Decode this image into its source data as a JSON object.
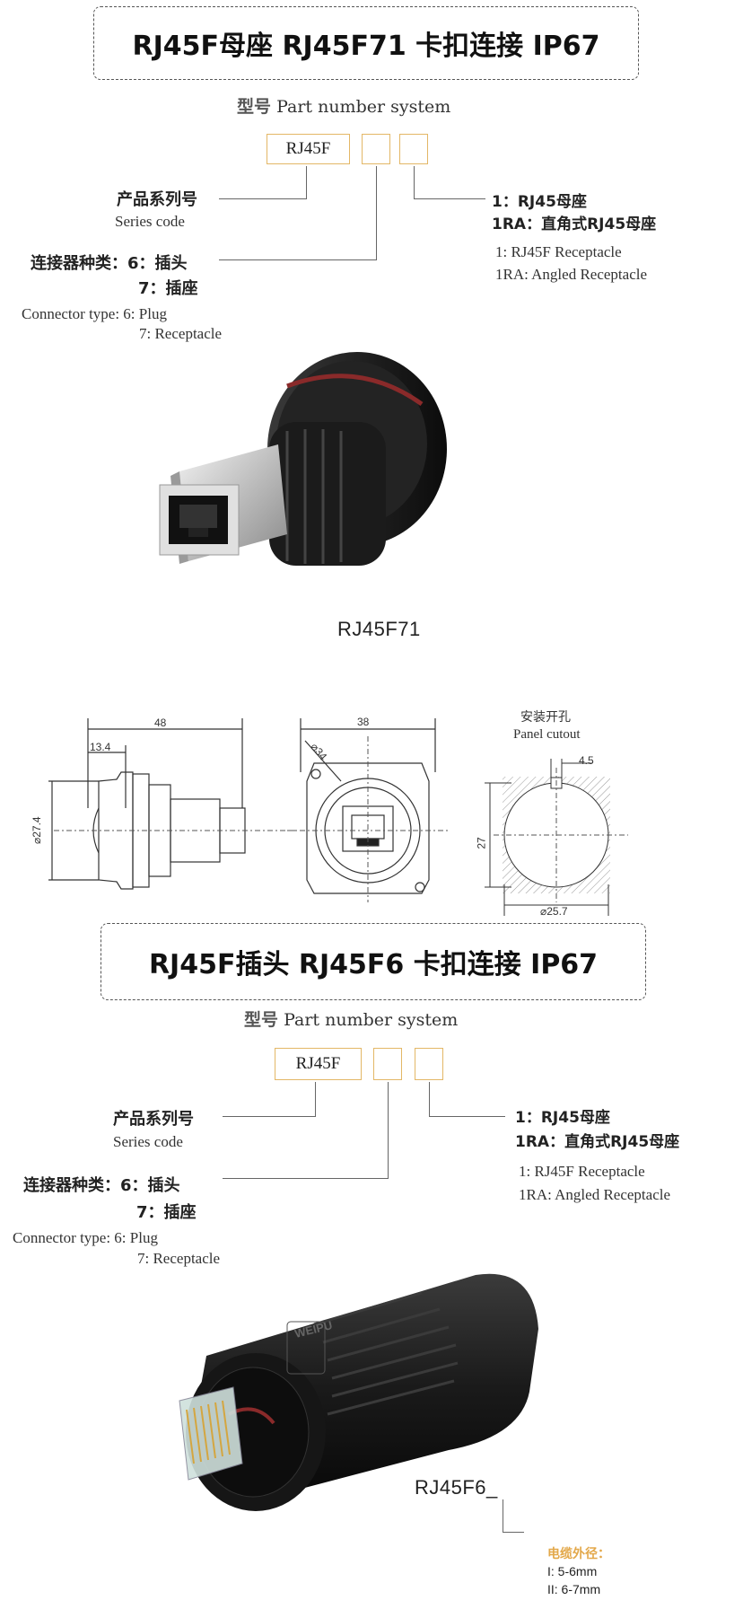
{
  "section1": {
    "title": "RJ45F母座 RJ45F71 卡扣连接 IP67",
    "ps_cn": "型号",
    "ps_en": "Part number system",
    "code": "RJ45F",
    "series_cn": "产品系列号",
    "series_en": "Series code",
    "conn_cn_label": "连接器种类：6：插头",
    "conn_cn_7": "7：插座",
    "conn_en_1": "Connector type: 6: Plug",
    "conn_en_2": "7: Receptacle",
    "opt_cn_1": "1：RJ45母座",
    "opt_cn_2": "1RA：直角式RJ45母座",
    "opt_en_1": "1: RJ45F Receptacle",
    "opt_en_2": "1RA: Angled Receptacle",
    "model": "RJ45F71"
  },
  "drawing": {
    "side_len": "48",
    "side_sub": "13.4",
    "side_dia": "⌀27.4",
    "front_w": "38",
    "front_dia": "⌀34",
    "cutout_cn": "安装开孔",
    "cutout_en": "Panel cutout",
    "cutout_w": "4.5",
    "cutout_h": "27",
    "cutout_dia": "⌀25.7"
  },
  "section2": {
    "title": "RJ45F插头 RJ45F6 卡扣连接 IP67",
    "ps_cn": "型号",
    "ps_en": "Part number system",
    "code": "RJ45F",
    "series_cn": "产品系列号",
    "series_en": "Series code",
    "conn_cn_label": "连接器种类：6：插头",
    "conn_cn_7": "7：插座",
    "conn_en_1": "Connector type: 6: Plug",
    "conn_en_2": "7: Receptacle",
    "opt_cn_1": "1：RJ45母座",
    "opt_cn_2": "1RA：直角式RJ45母座",
    "opt_en_1": "1: RJ45F Receptacle",
    "opt_en_2": "1RA: Angled Receptacle",
    "model": "RJ45F6_",
    "cable_cn": "电缆外径：",
    "cable_1": "I: 5-6mm",
    "cable_2": "II: 6-7mm",
    "brand": "WEIPU"
  }
}
